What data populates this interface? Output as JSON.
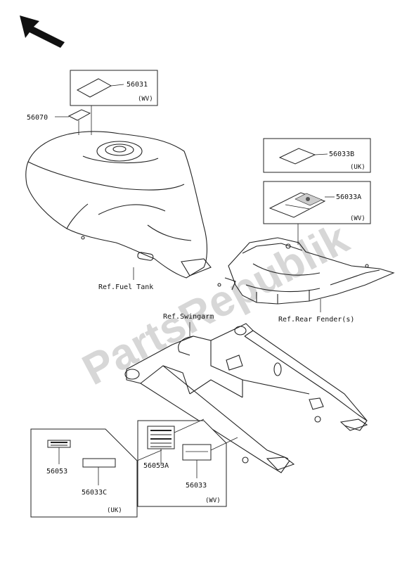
{
  "watermark": "PartsRepublik",
  "direction_arrow": {
    "icon": "arrow-up-left-icon"
  },
  "parts": {
    "p56031": {
      "number": "56031",
      "region": "(WV)"
    },
    "p56070": {
      "number": "56070"
    },
    "p56033B": {
      "number": "56033B",
      "region": "(UK)"
    },
    "p56033A": {
      "number": "56033A",
      "region": "(WV)"
    },
    "p56053": {
      "number": "56053"
    },
    "p56033C": {
      "number": "56033C",
      "region": "(UK)"
    },
    "p56053A": {
      "number": "56053A"
    },
    "p56033": {
      "number": "56033",
      "region": "(WV)"
    }
  },
  "references": {
    "fuel_tank": "Ref.Fuel Tank",
    "rear_fender": "Ref.Rear Fender(s)",
    "swingarm": "Ref.Swingarm"
  }
}
